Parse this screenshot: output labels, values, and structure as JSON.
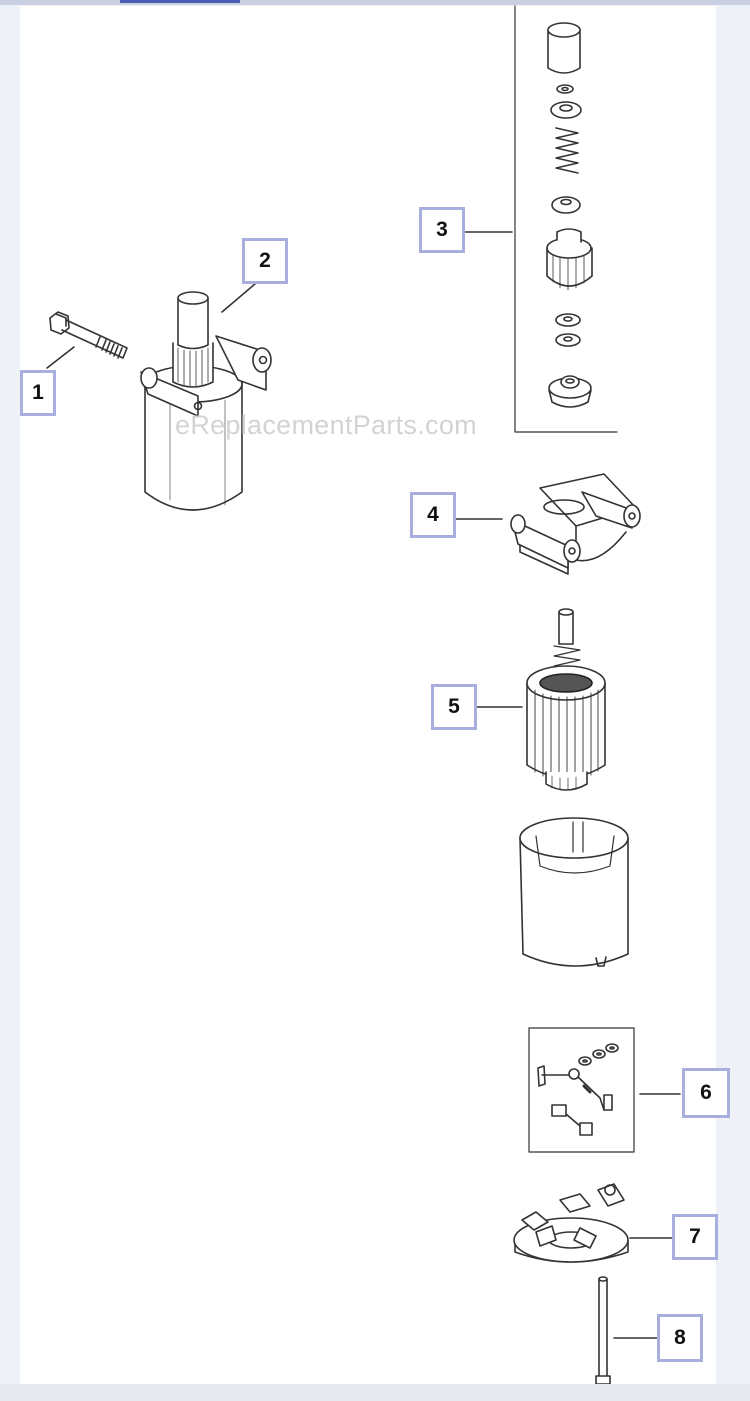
{
  "watermark": "eReplacementParts.com",
  "callouts": [
    {
      "label": "1",
      "part": "bolt"
    },
    {
      "label": "2",
      "part": "starter-motor-assembly"
    },
    {
      "label": "3",
      "part": "drive-kit"
    },
    {
      "label": "4",
      "part": "end-cap"
    },
    {
      "label": "5",
      "part": "armature"
    },
    {
      "label": "6",
      "part": "brush-kit"
    },
    {
      "label": "7",
      "part": "brush-holder"
    },
    {
      "label": "8",
      "part": "through-bolt"
    }
  ],
  "colors": {
    "callout_border": "#a8aede",
    "line_art": "#333333",
    "accent_rule": "#4a5bb5"
  }
}
